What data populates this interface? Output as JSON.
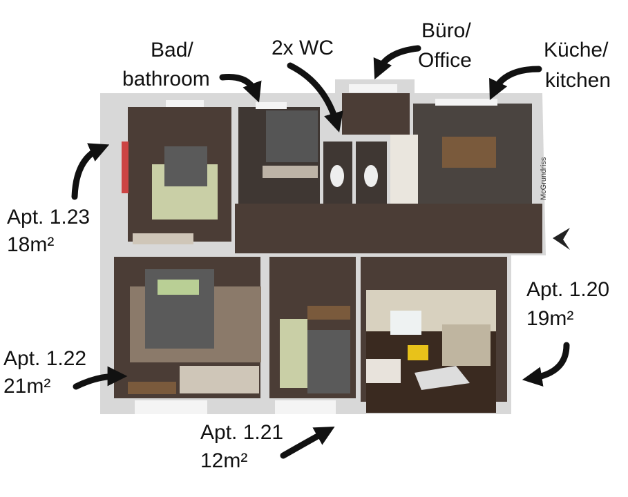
{
  "labels": {
    "bathroom_1": "Bad/",
    "bathroom_2": "bathroom",
    "wc": "2x WC",
    "office_1": "Büro/",
    "office_2": "Office",
    "kitchen_1": "Küche/",
    "kitchen_2": "kitchen",
    "apt123_name": "Apt. 1.23",
    "apt123_area": "18m²",
    "apt122_name": "Apt. 1.22",
    "apt122_area": "21m²",
    "apt121_name": "Apt. 1.21",
    "apt121_area": "12m²",
    "apt120_name": "Apt. 1.20",
    "apt120_area": "19m²"
  },
  "watermark": "McGrundriss",
  "colors": {
    "floor": "#4b3d36",
    "wall": "#e6e6e6",
    "rug_green": "#c9cfa6",
    "bed": "#5a5a5a",
    "arrow": "#111111"
  }
}
